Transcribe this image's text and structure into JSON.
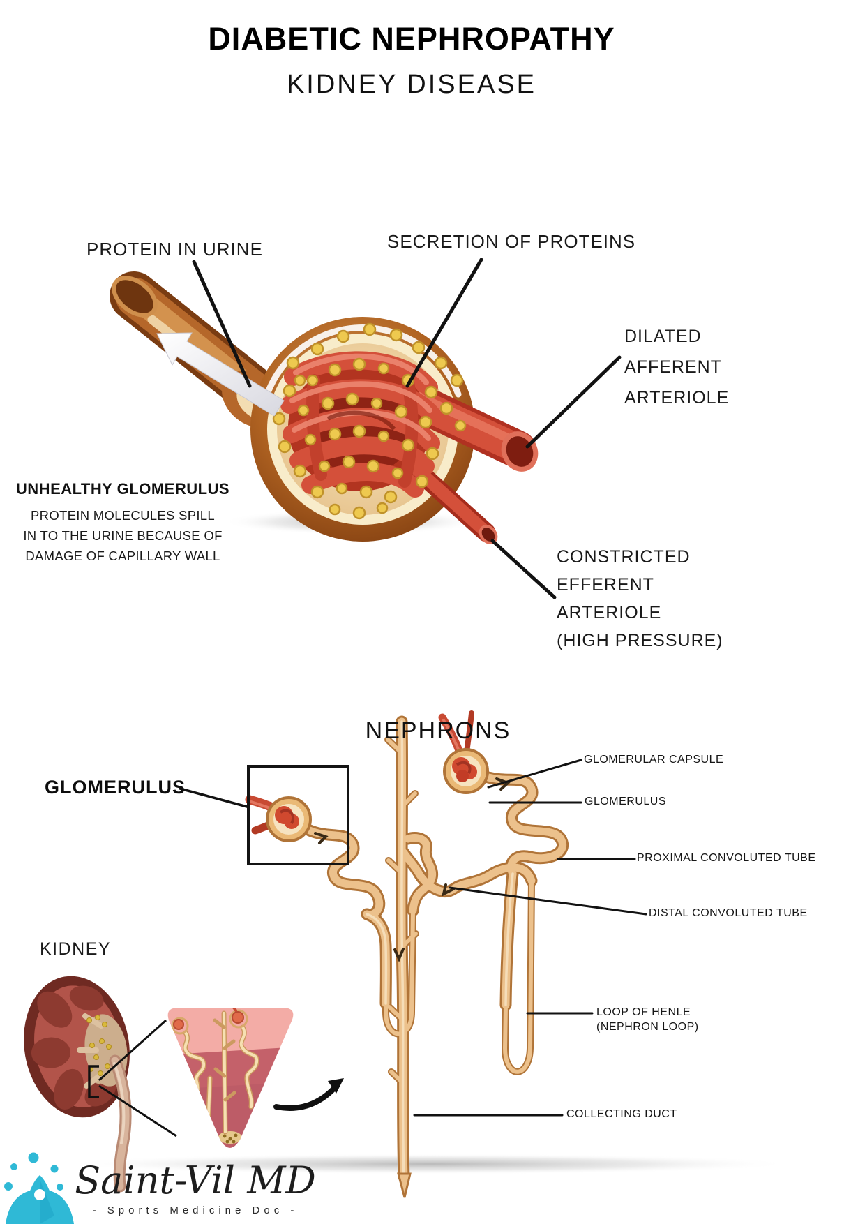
{
  "header": {
    "title": "DIABETIC NEPHROPATHY",
    "subtitle": "KIDNEY DISEASE"
  },
  "upper_section": {
    "label_protein_in_urine": "PROTEIN IN URINE",
    "label_secretion_of_proteins": "SECRETION OF PROTEINS",
    "dilated_lines": [
      "DILATED",
      "AFFERENT",
      "ARTERIOLE"
    ],
    "constricted_lines": [
      "CONSTRICTED",
      "EFFERENT",
      "ARTERIOLE",
      "(HIGH PRESSURE)"
    ],
    "caption_heading": "UNHEALTHY GLOMERULUS",
    "caption_lines": [
      "PROTEIN MOLECULES SPILL",
      "IN TO THE URINE BECAUSE OF",
      "DAMAGE OF CAPILLARY WALL"
    ]
  },
  "lower_section": {
    "heading": "NEPHRONS",
    "label_glomerulus_callout": "GLOMERULUS",
    "label_kidney": "KIDNEY",
    "label_glomerular_capsule": "GLOMERULAR CAPSULE",
    "label_glomerulus": "GLOMERULUS",
    "label_proximal_convoluted_tube": "PROXIMAL CONVOLUTED TUBE",
    "label_distal_convoluted_tube": "DISTAL CONVOLUTED TUBE",
    "loop_of_henle_lines": [
      "LOOP OF HENLE",
      "(NEPHRON LOOP)"
    ],
    "label_collecting_duct": "COLLECTING DUCT"
  },
  "logo": {
    "name": "Saint-Vil MD",
    "tagline": "- Sports Medicine Doc -",
    "accent_color": "#2fb9d6"
  },
  "colors": {
    "label_text": "#1a1a1a",
    "capsule_brown": "#9c551c",
    "capillary_red": "#d4503a",
    "protein_dot_yellow": "#eec94f",
    "tubule_tan": "#ecc18c",
    "kidney_maroon": "#6f2a22",
    "tissue_pink": "#f3aca6",
    "logo_cyan": "#2fb9d6"
  }
}
